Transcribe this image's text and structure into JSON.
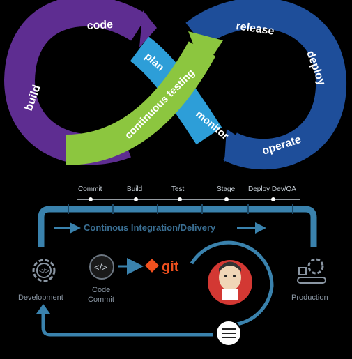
{
  "loop": {
    "build": "build",
    "code": "code",
    "plan": "plan",
    "continuous_testing": "continuous testing",
    "release": "release",
    "deploy": "deploy",
    "operate": "operate",
    "monitor": "monitor",
    "colors": {
      "purple": "#5e2d91",
      "green": "#8cc63f",
      "light_blue": "#2d9ed8",
      "dark_blue": "#1e4e9a"
    }
  },
  "pipeline": {
    "stages": [
      "Commit",
      "Build",
      "Test",
      "Stage",
      "Deploy Dev/QA"
    ],
    "ci_label": "Continous Integration/Delivery",
    "development": "Development",
    "code_commit": "Code\nCommit",
    "git": "git",
    "production": "Production",
    "colors": {
      "pipe": "#3a82ad",
      "git": "#f0501e"
    }
  }
}
